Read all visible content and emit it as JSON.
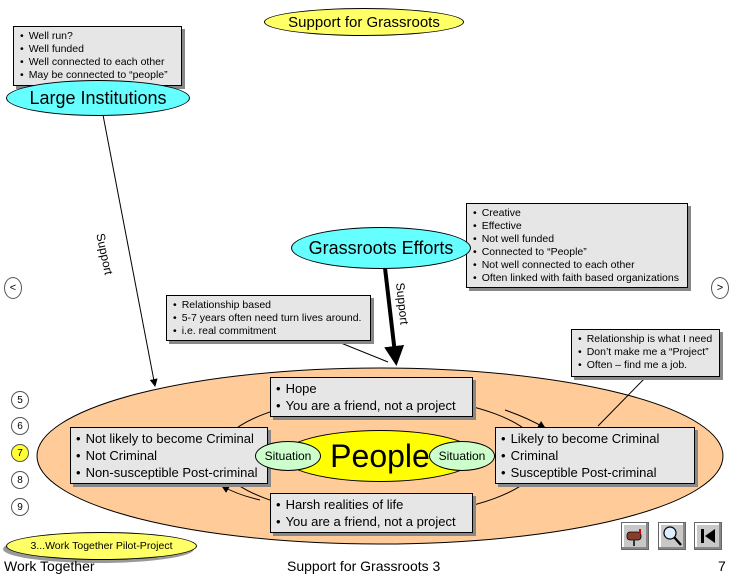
{
  "title": "Support for Grassroots",
  "large_institutions": {
    "label": "Large Institutions",
    "notes": [
      "Well run?",
      "Well funded",
      "Well connected to each other",
      "May be connected to “people”"
    ]
  },
  "grassroots": {
    "label": "Grassroots Efforts",
    "notes": [
      "Creative",
      "Effective",
      "Not well funded",
      "Connected to “People”",
      "Not well connected to each other",
      "Often linked with faith based organizations"
    ]
  },
  "relationship_note": [
    "Relationship based",
    "5-7 years often need turn lives around.",
    "i.e. real commitment"
  ],
  "need_note": [
    "Relationship is what I need",
    "Don’t make me a “Project”",
    "Often – find me a job."
  ],
  "support_label_left": "Support",
  "support_label_center": "Support",
  "people": {
    "label": "People",
    "situation_left": "Situation",
    "situation_right": "Situation",
    "top_box": [
      "Hope",
      "You are a friend, not a project"
    ],
    "left_box": [
      "Not likely to become Criminal",
      "Not Criminal",
      "Non-susceptible Post-criminal"
    ],
    "right_box": [
      "Likely to become Criminal",
      "Criminal",
      "Susceptible Post-criminal"
    ],
    "bottom_box": [
      "Harsh realities of life",
      "You are a friend, not a project"
    ]
  },
  "nav": {
    "prev": "<",
    "next": ">",
    "pages": [
      "5",
      "6",
      "7",
      "8",
      "9"
    ],
    "current": "7"
  },
  "pilot_project": "3...Work Together Pilot-Project",
  "footer": {
    "left": "Work Together",
    "center": "Support for Grassroots 3",
    "right": "7"
  },
  "icons": [
    "mailbox-icon",
    "magnifier-icon",
    "first-page-icon"
  ],
  "colors": {
    "title_fill": "#ffff66",
    "institutions_fill": "#66ffff",
    "grassroots_fill": "#66ffff",
    "outer_ellipse": "#ffcc99",
    "people_fill": "#ffff00",
    "situation_fill": "#ccffcc"
  }
}
